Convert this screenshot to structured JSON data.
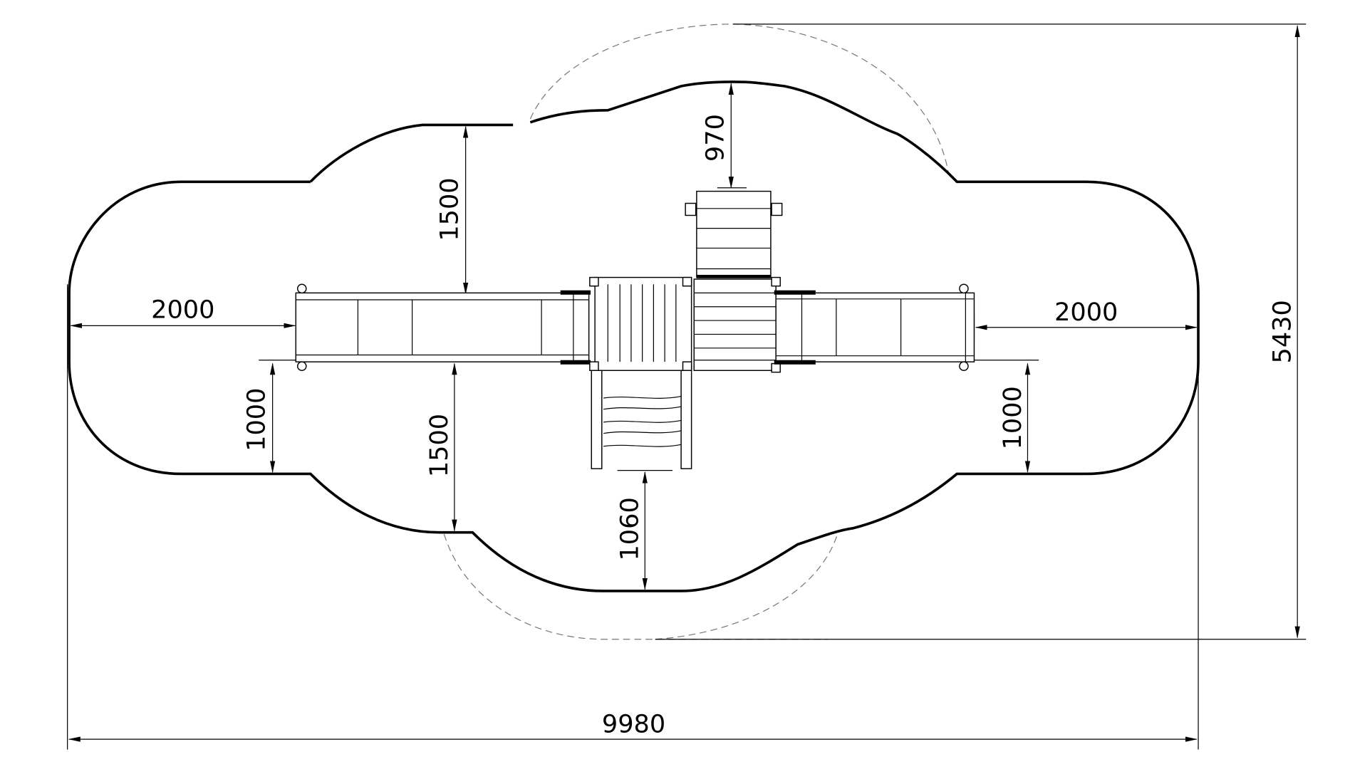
{
  "drawing": {
    "dimensions": {
      "overall_width": "9980",
      "overall_height": "5430",
      "left_slide_clearance": "2000",
      "right_slide_clearance": "2000",
      "top_left_zone": "1500",
      "bottom_left_zone": "1500",
      "left_side_zone": "1000",
      "right_side_zone": "1000",
      "top_ramp_clearance": "970",
      "bottom_ladder_clearance": "1060"
    },
    "colors": {
      "line": "#000000",
      "dashed": "#777777",
      "background": "#ffffff"
    }
  }
}
